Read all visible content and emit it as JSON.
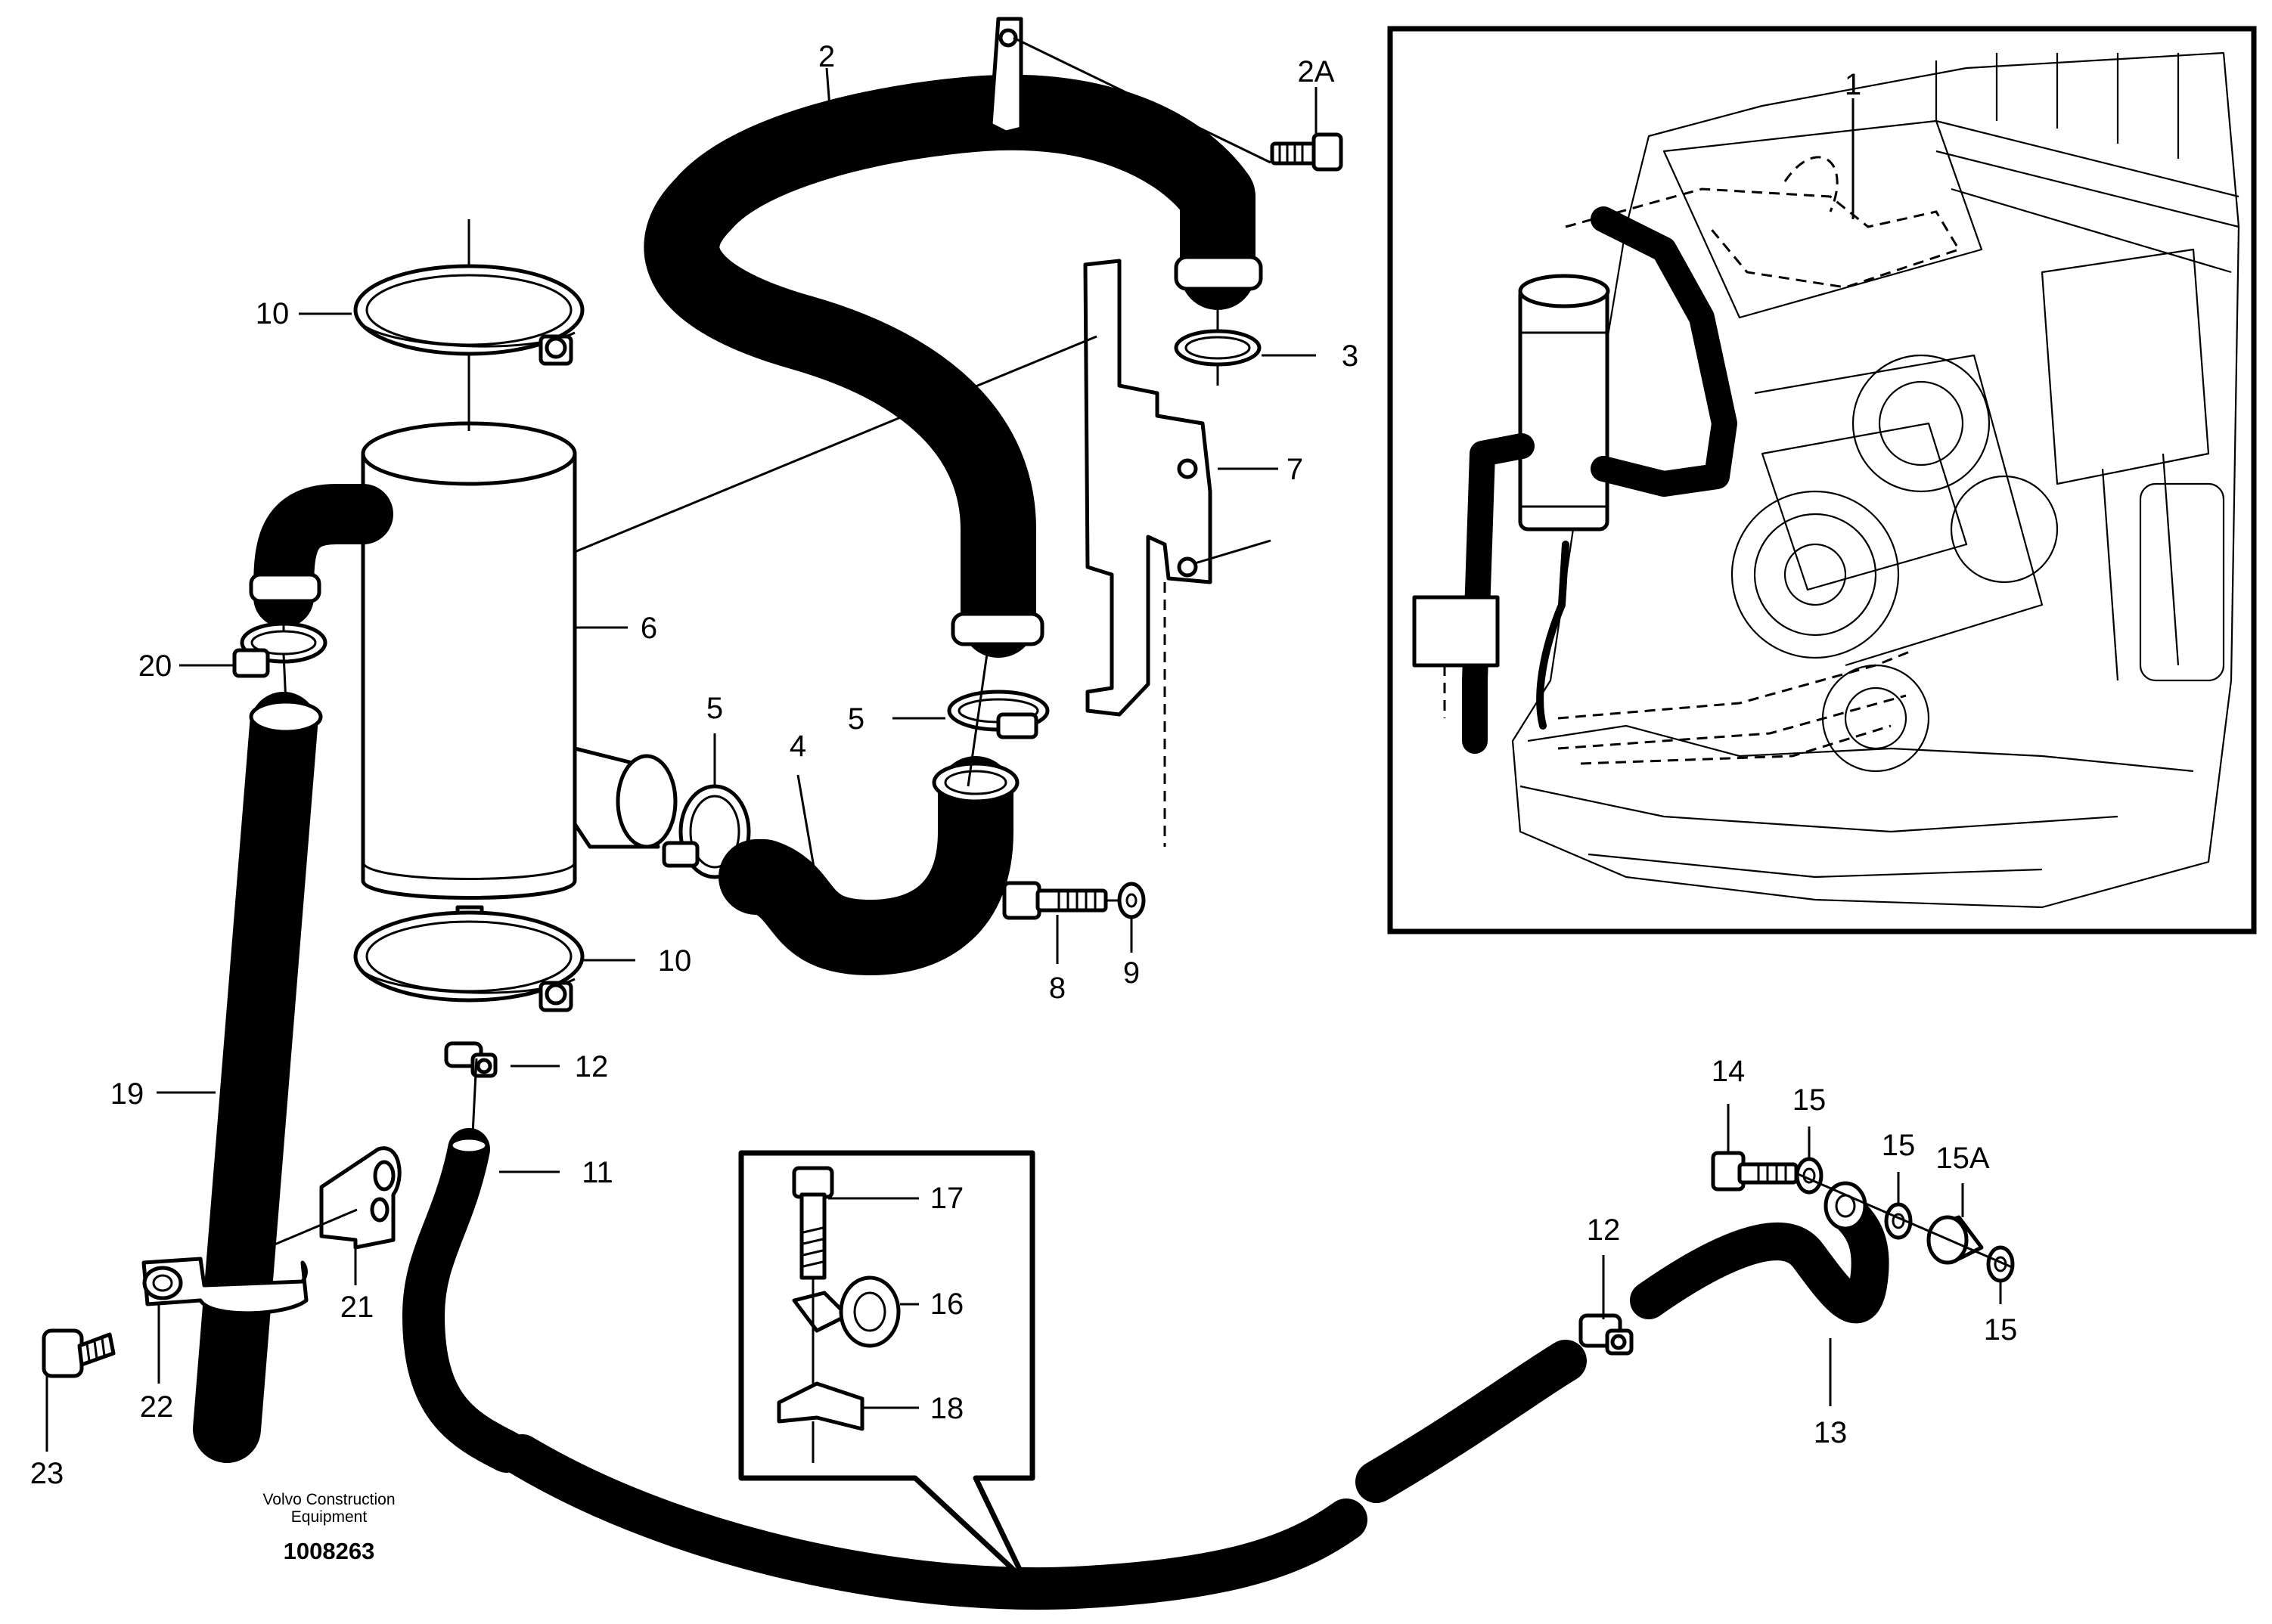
{
  "doc": {
    "publisher_line1": "Volvo Construction",
    "publisher_line2": "Equipment",
    "number": "1008263"
  },
  "callouts": {
    "c1": "1",
    "c2": "2",
    "c2a": "2A",
    "c3": "3",
    "c4": "4",
    "c5a": "5",
    "c5b": "5",
    "c6": "6",
    "c7": "7",
    "c8": "8",
    "c9": "9",
    "c10a": "10",
    "c10b": "10",
    "c11": "11",
    "c12a": "12",
    "c12b": "12",
    "c13": "13",
    "c14": "14",
    "c15a": "15",
    "c15b": "15",
    "c15c": "15",
    "c15d": "15A",
    "c16": "16",
    "c17": "17",
    "c18": "18",
    "c19": "19",
    "c20": "20",
    "c21": "21",
    "c22": "22",
    "c23": "23"
  }
}
